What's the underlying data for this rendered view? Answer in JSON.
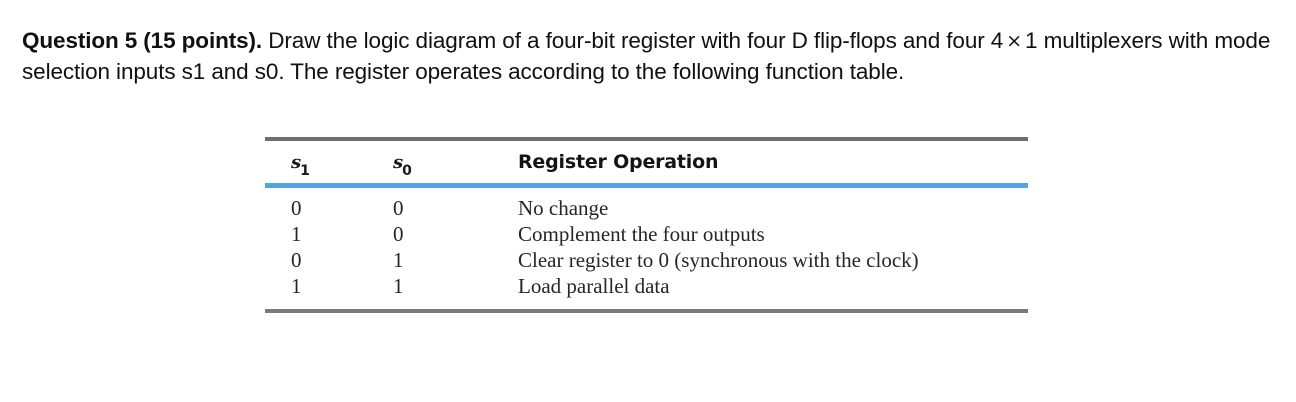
{
  "question": {
    "label": "Question",
    "number_and_points": "5 (15 points).",
    "line1_rest": "Draw the logic diagram of a four-bit register with",
    "line1_tail": "four D flip-flops and",
    "line2_a": "four 4",
    "times_symbol": "×",
    "line2_b": "1 multiplexers with mode selection inputs s1 and s0. The register operates according",
    "line3": "to the following function table.",
    "full_text": "Question  5 (15 points). Draw the logic diagram of a four-bit register with four D flip-flops and four 4 × 1 multiplexers with mode selection inputs s1 and s0. The register operates according to the following function table."
  },
  "table": {
    "headers": {
      "s1_base": "s",
      "s1_sub": "1",
      "s0_base": "s",
      "s0_sub": "0",
      "operation": "Register Operation"
    },
    "rows": [
      {
        "s1": "0",
        "s0": "0",
        "operation": "No change"
      },
      {
        "s1": "1",
        "s0": "0",
        "operation": "Complement the four outputs"
      },
      {
        "s1": "0",
        "s0": "1",
        "operation": "Clear register to 0 (synchronous with the clock)"
      },
      {
        "s1": "1",
        "s0": "1",
        "operation": "Load parallel data"
      }
    ],
    "colors": {
      "top_rule": "#6e6e6e",
      "header_underline": "#4fa6e3",
      "bottom_rule": "#7a7a7a",
      "text": "#262626"
    }
  }
}
